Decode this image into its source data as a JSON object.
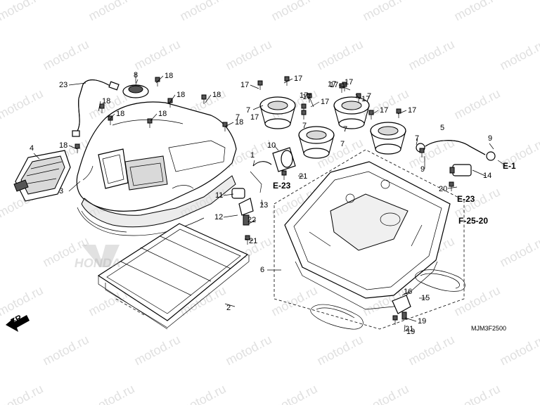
{
  "watermark": "motod.ru",
  "diagram_code": "MJM3F2500",
  "front_label": "FR.",
  "brand_mark": "HONDA",
  "callouts": [
    "23",
    "8",
    "18",
    "18",
    "18",
    "18",
    "18",
    "18",
    "18",
    "18",
    "4",
    "3",
    "17",
    "17",
    "17",
    "17",
    "17",
    "17",
    "17",
    "17",
    "17",
    "17",
    "17",
    "17",
    "7",
    "7",
    "7",
    "7",
    "7",
    "7",
    "7",
    "5",
    "9",
    "9",
    "10",
    "1",
    "11",
    "12",
    "13",
    "21",
    "21",
    "21",
    "22",
    "14",
    "20",
    "2",
    "6",
    "15",
    "16",
    "19",
    "19"
  ],
  "references": [
    "E-1",
    "E-23",
    "E-23",
    "F-25-20"
  ]
}
